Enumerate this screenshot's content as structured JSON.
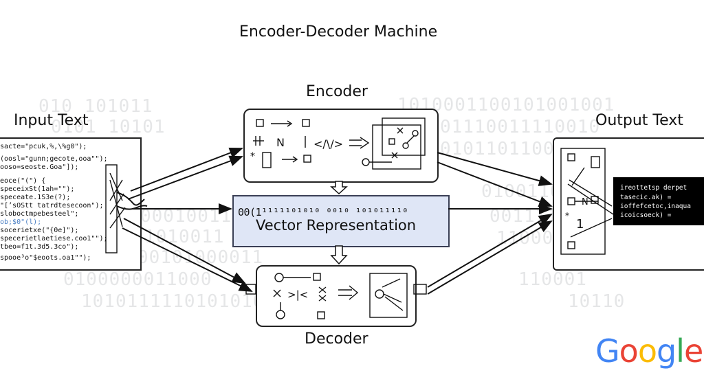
{
  "title": "Encoder-Decoder Machine",
  "labels": {
    "input": "Input Text",
    "encoder": "Encoder",
    "decoder": "Decoder",
    "output": "Output Text",
    "vector": "Vector Representation"
  },
  "vector_digits": "00(1¹¹¹¹¹⁰¹⁰¹⁰ ⁰⁰¹⁰ ¹⁰¹⁰¹¹¹¹⁰",
  "background_binary": [
    "010 101011",
    "0101 10101",
    "1010001100101001001",
    "01110011110010",
    "0101101100110",
    "0001001111",
    "1010011",
    "0100000011000",
    "1010111110101010",
    "00101000011",
    "01001100",
    "0011110",
    "11000",
    "110001",
    "10110"
  ],
  "input_code": [
    "sacte=\"pcuk,%,\\%g0\");",
    "(oosl=\"gunn;gecote,ooa\"\");",
    "ooso=seoste.Goa\"]);",
    "eoce(\"(\") {",
    "speceixSt(1ah=\"\");",
    "speceate.1S3e(?);",
    "\"[’sOStt tatrdtesecoon\");",
    "sloboctmpebesteel\";",
    "ob;$0\"(l);",
    "socerietxe(\"{0e]\");",
    "specerietlaetiese.coo1\"\");",
    "tbeo=f1t.3d5.3co\");",
    "spooe³o\"$eoots.oa1\"\");"
  ],
  "output_code": [
    "ireottetsp derpet",
    "tasecic.ak) =",
    "ioffefcetoc,inaqua",
    "icoicsoeck) ="
  ],
  "logo": {
    "letters": [
      "G",
      "o",
      "o",
      "g",
      "l",
      "e"
    ],
    "colors": [
      "#4285F4",
      "#EA4335",
      "#FBBC05",
      "#4285F4",
      "#34A853",
      "#EA4335"
    ]
  },
  "colors": {
    "vector_fill": "#dfe6f6",
    "stroke": "#222222",
    "terminal": "#000000"
  }
}
